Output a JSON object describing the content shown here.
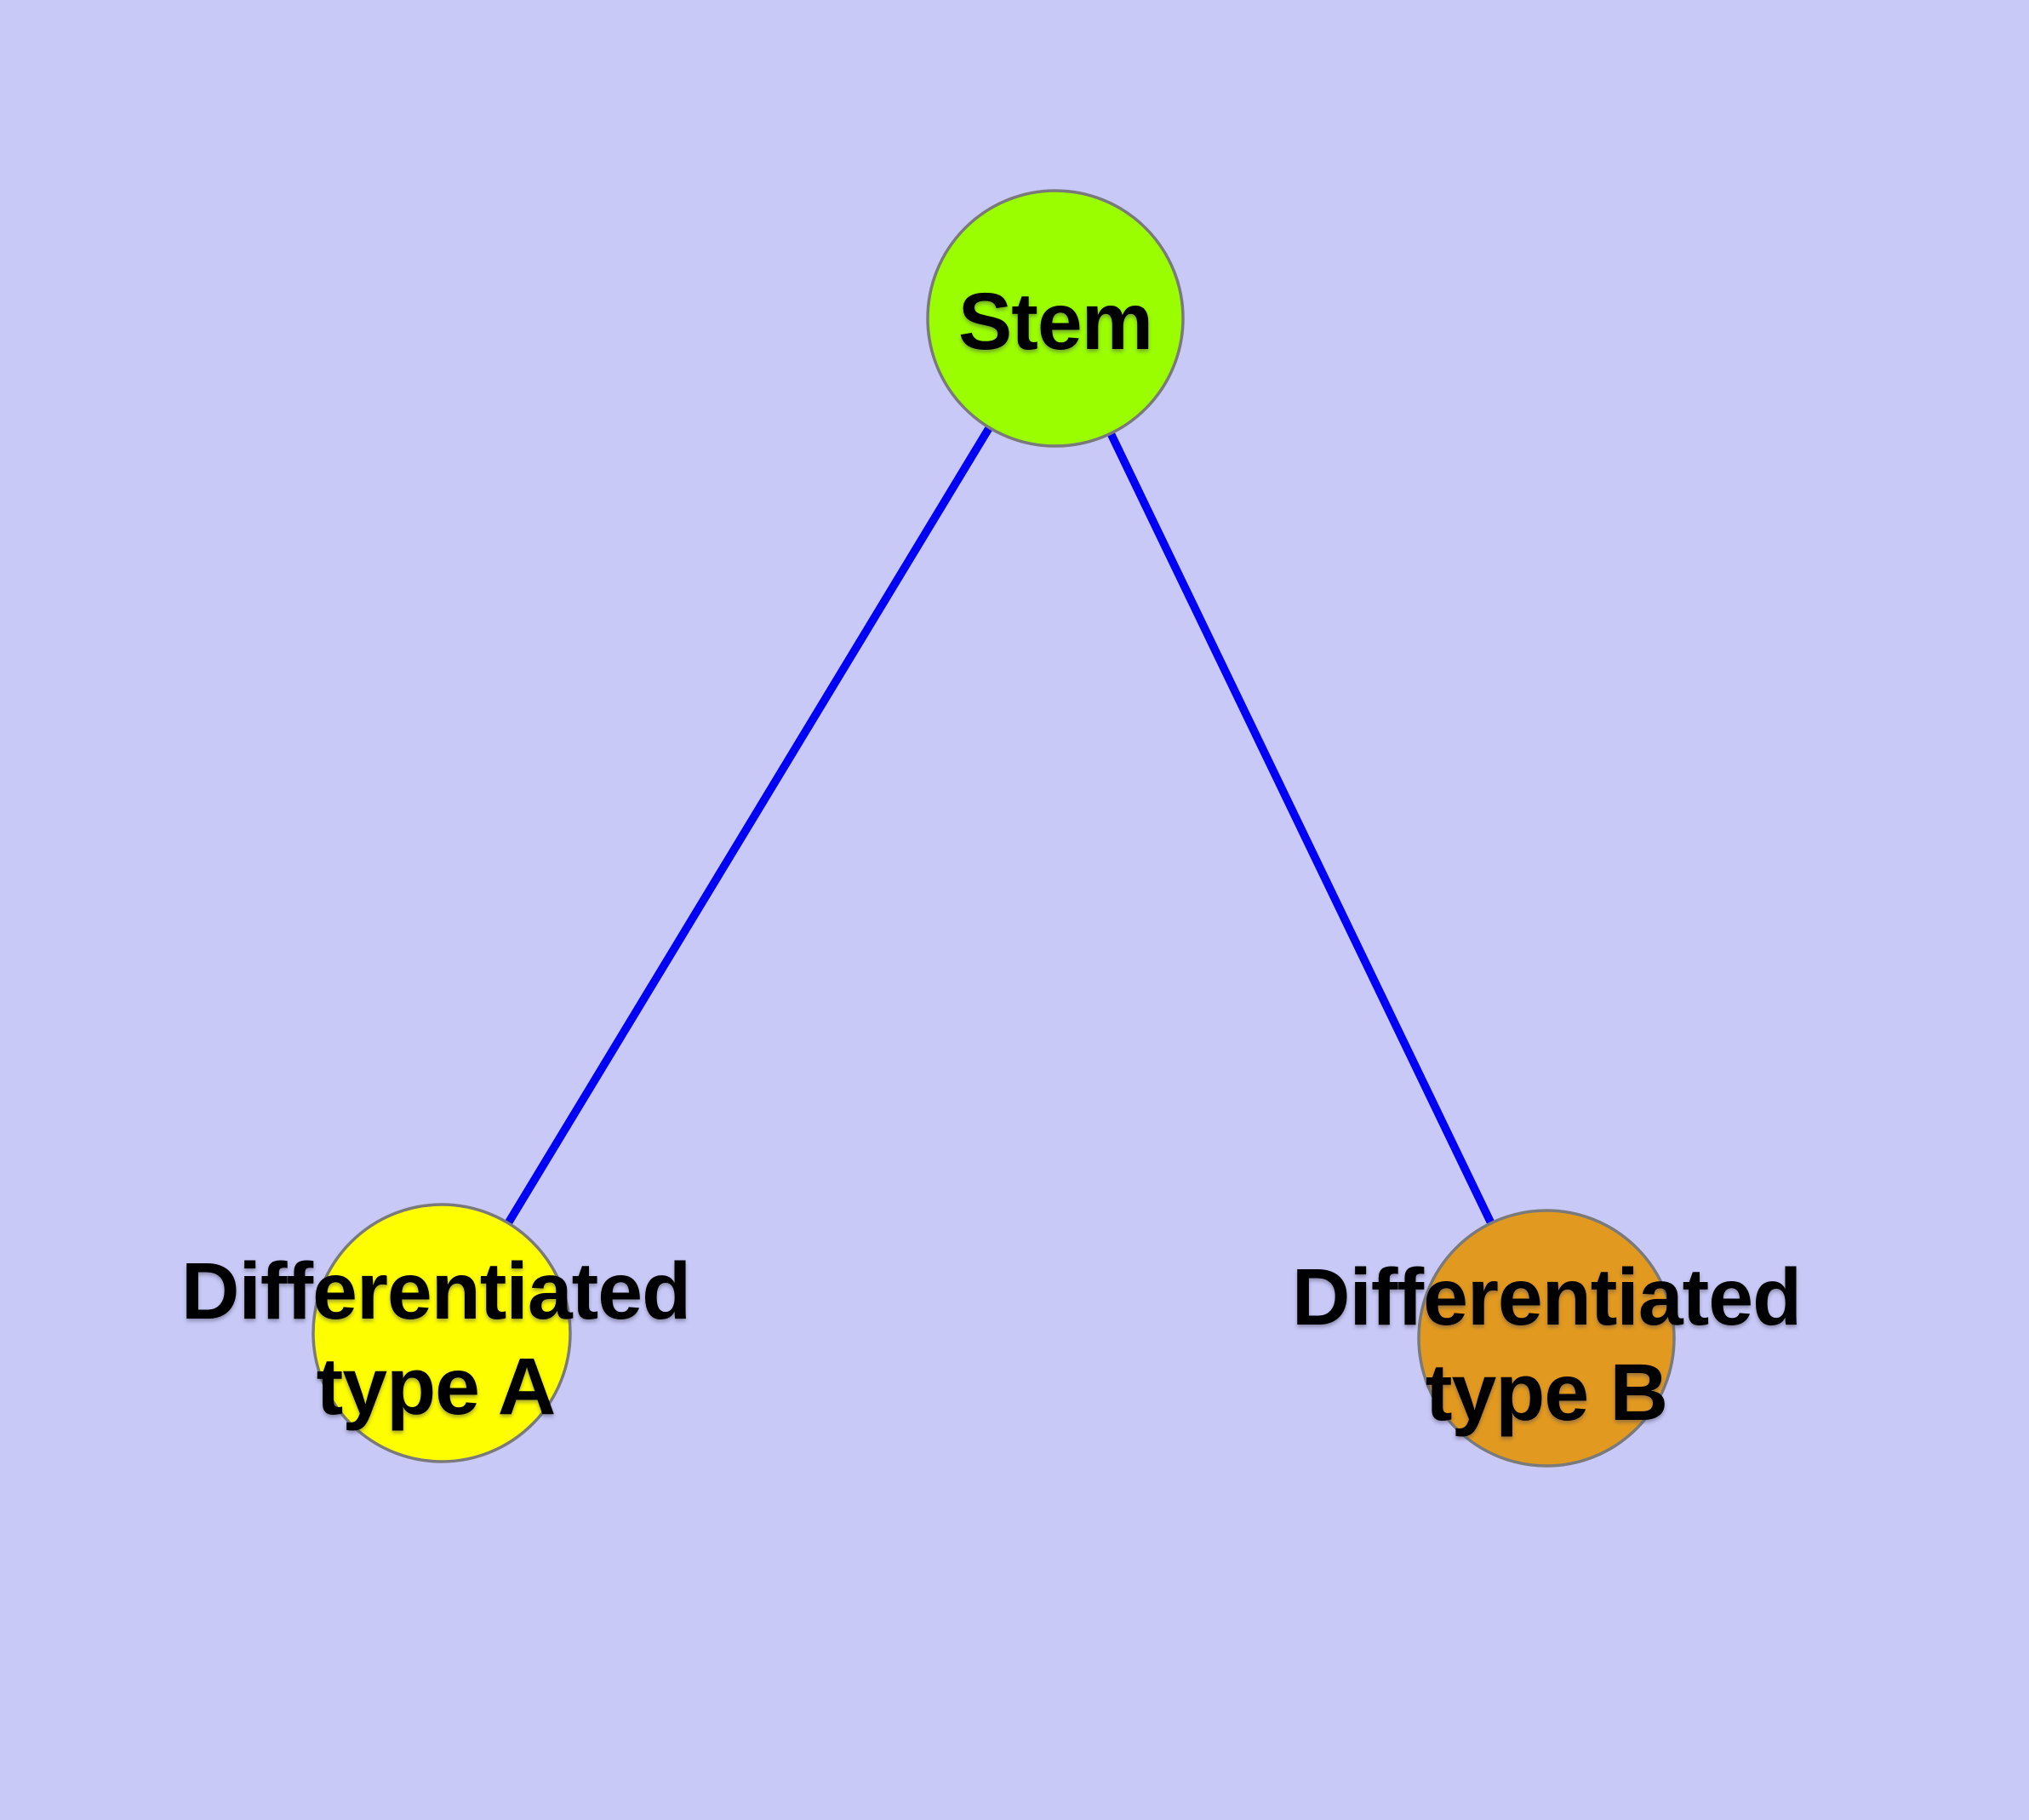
{
  "diagram": {
    "background_color": "#c9c9f8",
    "edge_color": "#0000f5",
    "node_border_color": "#7a7a7a",
    "text_color": "#000000",
    "nodes": [
      {
        "id": "stem",
        "label": "Stem",
        "fill": "#9afe00"
      },
      {
        "id": "differentiated-type-a",
        "label_line1": "Differentiated",
        "label_line2": "type A",
        "fill": "#fefe00"
      },
      {
        "id": "differentiated-type-b",
        "label_line1": "Differentiated",
        "label_line2": "type B",
        "fill": "#e2991f"
      }
    ],
    "edges": [
      {
        "from": "stem",
        "to": "differentiated-type-a"
      },
      {
        "from": "stem",
        "to": "differentiated-type-b"
      }
    ]
  }
}
